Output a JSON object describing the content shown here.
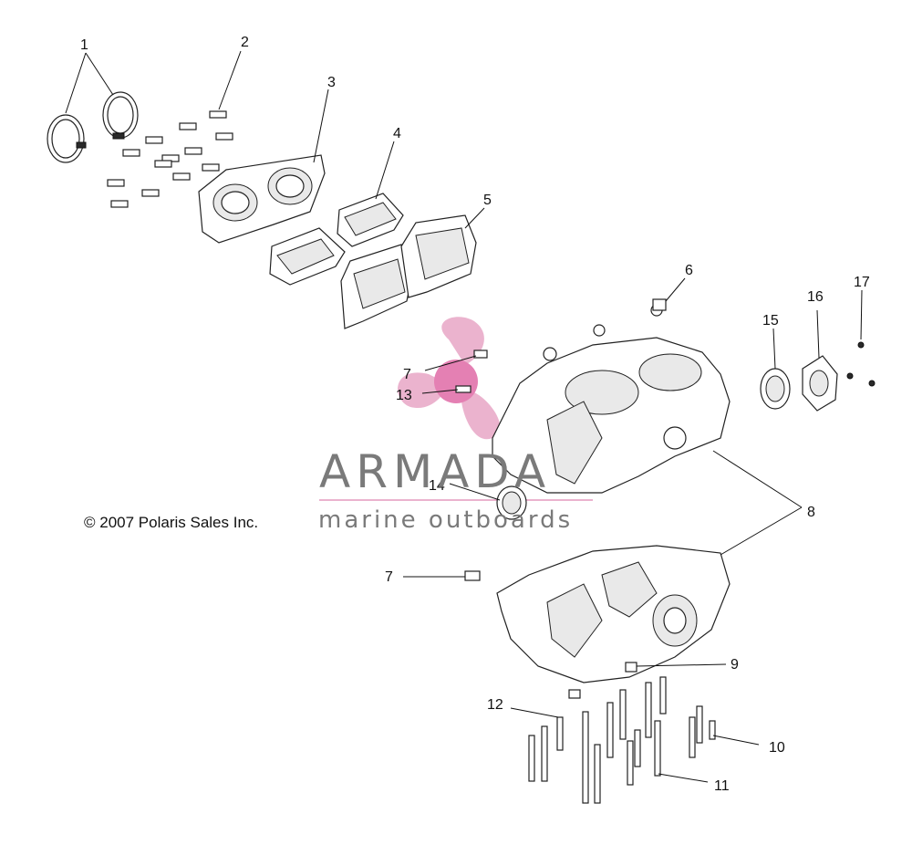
{
  "copyright": "© 2007 Polaris Sales Inc.",
  "watermark": {
    "title": "ARMADA",
    "subtitle": "marine outboards",
    "accent_color": "#e8a6c6"
  },
  "callouts": [
    "1",
    "2",
    "3",
    "4",
    "5",
    "6",
    "7",
    "7",
    "8",
    "9",
    "10",
    "11",
    "12",
    "13",
    "14",
    "15",
    "16",
    "17"
  ]
}
